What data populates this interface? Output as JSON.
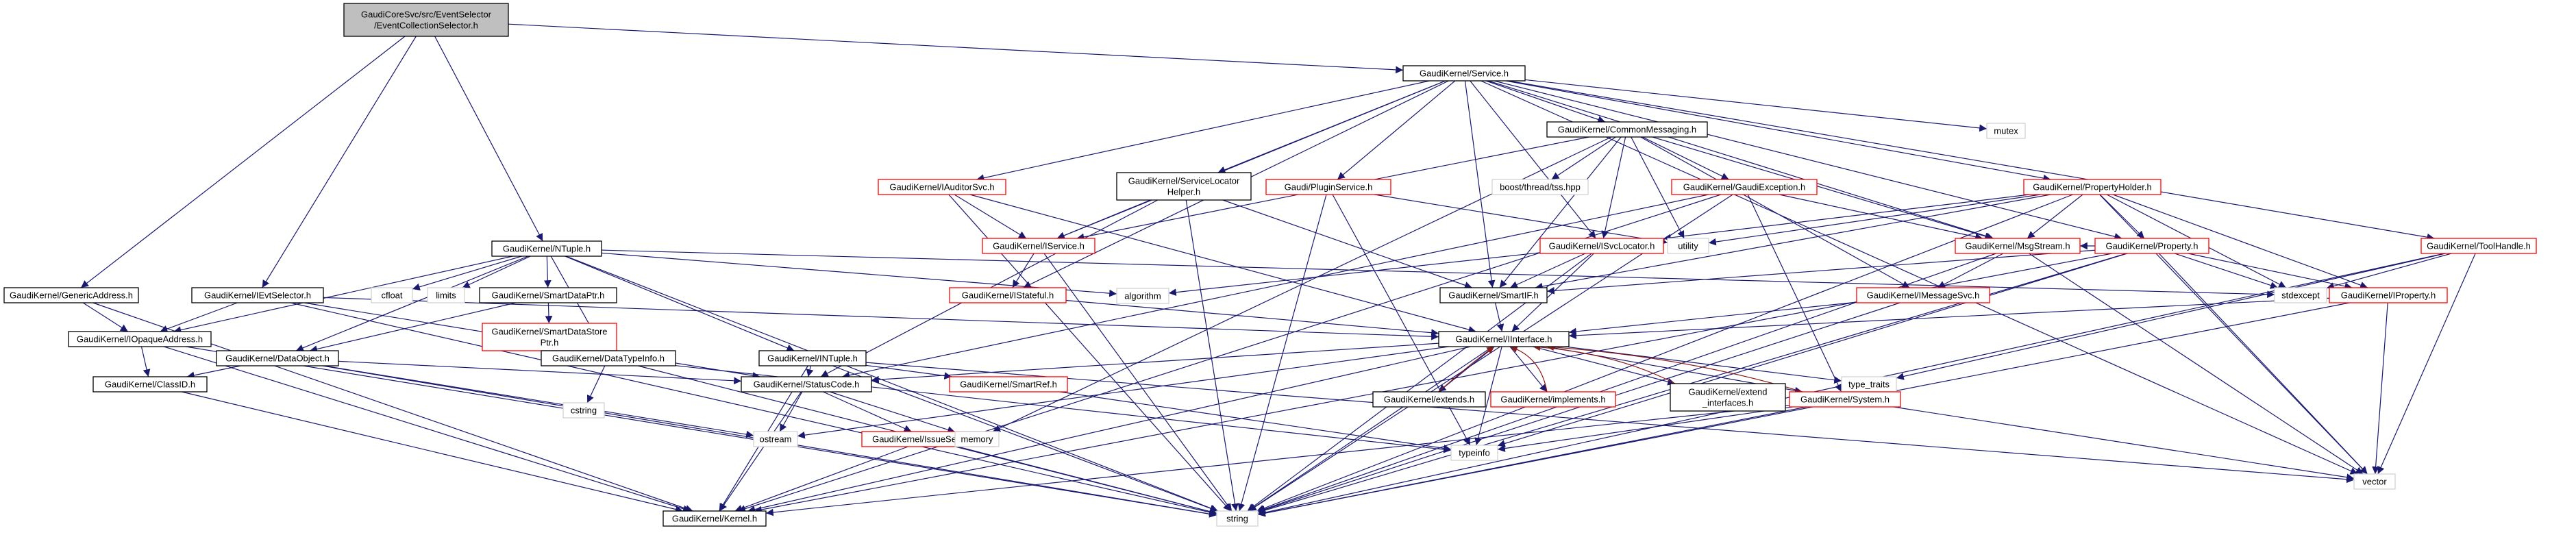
{
  "colors": {
    "edge": "#191970",
    "edge_alt": "#8b1a1a",
    "root_fill": "#bfbfbf",
    "node_border": "#000000",
    "unresolved_border": "#ff0000",
    "plain_border": "#d3d3d3"
  },
  "nodes": [
    {
      "id": "root",
      "lines": [
        "GaudiCoreSvc/src/EventSelector",
        "/EventCollectionSelector.h"
      ],
      "style": "root"
    },
    {
      "id": "service",
      "lines": [
        "GaudiKernel/Service.h"
      ],
      "style": "normal"
    },
    {
      "id": "genericaddress",
      "lines": [
        "GaudiKernel/GenericAddress.h"
      ],
      "style": "normal"
    },
    {
      "id": "evtselector",
      "lines": [
        "GaudiKernel/IEvtSelector.h"
      ],
      "style": "normal"
    },
    {
      "id": "ntuple",
      "lines": [
        "GaudiKernel/NTuple.h"
      ],
      "style": "normal"
    },
    {
      "id": "iopaqueaddress",
      "lines": [
        "GaudiKernel/IOpaqueAddress.h"
      ],
      "style": "normal"
    },
    {
      "id": "classid",
      "lines": [
        "GaudiKernel/ClassID.h"
      ],
      "style": "normal"
    },
    {
      "id": "kernel",
      "lines": [
        "GaudiKernel/Kernel.h"
      ],
      "style": "normal"
    },
    {
      "id": "string",
      "lines": [
        "string"
      ],
      "style": "plain"
    },
    {
      "id": "dataobject",
      "lines": [
        "GaudiKernel/DataObject.h"
      ],
      "style": "normal"
    },
    {
      "id": "statuscode",
      "lines": [
        "GaudiKernel/StatusCode.h"
      ],
      "style": "normal"
    },
    {
      "id": "interface",
      "lines": [
        "GaudiKernel/IInterface.h"
      ],
      "style": "normal"
    },
    {
      "id": "cfloat",
      "lines": [
        "cfloat"
      ],
      "style": "plain"
    },
    {
      "id": "limits",
      "lines": [
        "limits"
      ],
      "style": "plain"
    },
    {
      "id": "smartdataptr",
      "lines": [
        "GaudiKernel/SmartDataPtr.h"
      ],
      "style": "normal"
    },
    {
      "id": "smartdatastoreptr",
      "lines": [
        "GaudiKernel/SmartDataStore",
        "Ptr.h"
      ],
      "style": "unresolved"
    },
    {
      "id": "datatypeinfo",
      "lines": [
        "GaudiKernel/DataTypeInfo.h"
      ],
      "style": "normal"
    },
    {
      "id": "cstring",
      "lines": [
        "cstring"
      ],
      "style": "plain"
    },
    {
      "id": "intuple",
      "lines": [
        "GaudiKernel/INTuple.h"
      ],
      "style": "normal"
    },
    {
      "id": "smartref",
      "lines": [
        "GaudiKernel/SmartRef.h"
      ],
      "style": "unresolved"
    },
    {
      "id": "ostream",
      "lines": [
        "ostream"
      ],
      "style": "plain"
    },
    {
      "id": "issueseverity",
      "lines": [
        "GaudiKernel/IssueSeverity.h"
      ],
      "style": "unresolved"
    },
    {
      "id": "memory",
      "lines": [
        "memory"
      ],
      "style": "plain"
    },
    {
      "id": "typeinfo",
      "lines": [
        "typeinfo"
      ],
      "style": "plain"
    },
    {
      "id": "algorithm",
      "lines": [
        "algorithm"
      ],
      "style": "plain"
    },
    {
      "id": "iauditorsvc",
      "lines": [
        "GaudiKernel/IAuditorSvc.h"
      ],
      "style": "unresolved"
    },
    {
      "id": "iservice",
      "lines": [
        "GaudiKernel/IService.h"
      ],
      "style": "unresolved"
    },
    {
      "id": "istateful",
      "lines": [
        "GaudiKernel/IStateful.h"
      ],
      "style": "unresolved"
    },
    {
      "id": "servicelocatorhelper",
      "lines": [
        "GaudiKernel/ServiceLocator",
        "Helper.h"
      ],
      "style": "normal"
    },
    {
      "id": "pluginservice",
      "lines": [
        "Gaudi/PluginService.h"
      ],
      "style": "unresolved"
    },
    {
      "id": "commonmessaging",
      "lines": [
        "GaudiKernel/CommonMessaging.h"
      ],
      "style": "normal"
    },
    {
      "id": "boostthread",
      "lines": [
        "boost/thread/tss.hpp"
      ],
      "style": "plain"
    },
    {
      "id": "gaudiexception",
      "lines": [
        "GaudiKernel/GaudiException.h"
      ],
      "style": "unresolved"
    },
    {
      "id": "isvclocator",
      "lines": [
        "GaudiKernel/ISvcLocator.h"
      ],
      "style": "unresolved"
    },
    {
      "id": "smartif",
      "lines": [
        "GaudiKernel/SmartIF.h"
      ],
      "style": "normal"
    },
    {
      "id": "utility",
      "lines": [
        "utility"
      ],
      "style": "plain"
    },
    {
      "id": "imessagesvc",
      "lines": [
        "GaudiKernel/IMessageSvc.h"
      ],
      "style": "unresolved"
    },
    {
      "id": "msgstream",
      "lines": [
        "GaudiKernel/MsgStream.h"
      ],
      "style": "unresolved"
    },
    {
      "id": "propertyholder",
      "lines": [
        "GaudiKernel/PropertyHolder.h"
      ],
      "style": "unresolved"
    },
    {
      "id": "property",
      "lines": [
        "GaudiKernel/Property.h"
      ],
      "style": "unresolved"
    },
    {
      "id": "mutex",
      "lines": [
        "mutex"
      ],
      "style": "plain"
    },
    {
      "id": "stdexcept",
      "lines": [
        "stdexcept"
      ],
      "style": "plain"
    },
    {
      "id": "iproperty",
      "lines": [
        "GaudiKernel/IProperty.h"
      ],
      "style": "unresolved"
    },
    {
      "id": "toolhandle",
      "lines": [
        "GaudiKernel/ToolHandle.h"
      ],
      "style": "unresolved"
    },
    {
      "id": "vector",
      "lines": [
        "vector"
      ],
      "style": "plain"
    },
    {
      "id": "typetraits",
      "lines": [
        "type_traits"
      ],
      "style": "plain"
    },
    {
      "id": "extends",
      "lines": [
        "GaudiKernel/extends.h"
      ],
      "style": "normal"
    },
    {
      "id": "implements",
      "lines": [
        "GaudiKernel/implements.h"
      ],
      "style": "unresolved"
    },
    {
      "id": "extendinterfaces",
      "lines": [
        "GaudiKernel/extend",
        "_interfaces.h"
      ],
      "style": "normal"
    },
    {
      "id": "system",
      "lines": [
        "GaudiKernel/System.h"
      ],
      "style": "unresolved"
    }
  ],
  "edges": [
    [
      "root",
      "service"
    ],
    [
      "root",
      "genericaddress"
    ],
    [
      "root",
      "evtselector"
    ],
    [
      "root",
      "ntuple"
    ],
    [
      "genericaddress",
      "iopaqueaddress"
    ],
    [
      "genericaddress",
      "kernel"
    ],
    [
      "evtselector",
      "iopaqueaddress"
    ],
    [
      "evtselector",
      "interface"
    ],
    [
      "evtselector",
      "statuscode"
    ],
    [
      "evtselector",
      "string"
    ],
    [
      "iopaqueaddress",
      "classid"
    ],
    [
      "iopaqueaddress",
      "kernel"
    ],
    [
      "iopaqueaddress",
      "string"
    ],
    [
      "classid",
      "kernel"
    ],
    [
      "ntuple",
      "cfloat"
    ],
    [
      "ntuple",
      "limits"
    ],
    [
      "ntuple",
      "smartdataptr"
    ],
    [
      "ntuple",
      "datatypeinfo"
    ],
    [
      "ntuple",
      "intuple"
    ],
    [
      "ntuple",
      "iopaqueaddress"
    ],
    [
      "ntuple",
      "dataobject"
    ],
    [
      "ntuple",
      "algorithm"
    ],
    [
      "ntuple",
      "string"
    ],
    [
      "ntuple",
      "stdexcept"
    ],
    [
      "smartdataptr",
      "smartdatastoreptr"
    ],
    [
      "smartdataptr",
      "dataobject"
    ],
    [
      "dataobject",
      "classid"
    ],
    [
      "dataobject",
      "statuscode"
    ],
    [
      "dataobject",
      "string"
    ],
    [
      "dataobject",
      "ostream"
    ],
    [
      "datatypeinfo",
      "cstring"
    ],
    [
      "datatypeinfo",
      "string"
    ],
    [
      "datatypeinfo",
      "typeinfo"
    ],
    [
      "intuple",
      "statuscode"
    ],
    [
      "intuple",
      "kernel"
    ],
    [
      "intuple",
      "string"
    ],
    [
      "intuple",
      "vector"
    ],
    [
      "intuple",
      "smartref"
    ],
    [
      "statuscode",
      "ostream"
    ],
    [
      "statuscode",
      "issueseverity"
    ],
    [
      "statuscode",
      "memory"
    ],
    [
      "statuscode",
      "kernel"
    ],
    [
      "issueseverity",
      "kernel"
    ],
    [
      "issueseverity",
      "string"
    ],
    [
      "smartref",
      "typeinfo"
    ],
    [
      "service",
      "iauditorsvc"
    ],
    [
      "service",
      "iservice"
    ],
    [
      "service",
      "istateful"
    ],
    [
      "service",
      "servicelocatorhelper"
    ],
    [
      "service",
      "pluginservice"
    ],
    [
      "service",
      "commonmessaging"
    ],
    [
      "service",
      "smartif"
    ],
    [
      "service",
      "isvclocator"
    ],
    [
      "service",
      "propertyholder"
    ],
    [
      "service",
      "property"
    ],
    [
      "service",
      "mutex"
    ],
    [
      "service",
      "toolhandle"
    ],
    [
      "service",
      "vector"
    ],
    [
      "service",
      "msgstream"
    ],
    [
      "iauditorsvc",
      "iservice"
    ],
    [
      "iauditorsvc",
      "string"
    ],
    [
      "iauditorsvc",
      "interface"
    ],
    [
      "iservice",
      "istateful"
    ],
    [
      "iservice",
      "string"
    ],
    [
      "istateful",
      "interface"
    ],
    [
      "servicelocatorhelper",
      "iservice"
    ],
    [
      "servicelocatorhelper",
      "smartif"
    ],
    [
      "servicelocatorhelper",
      "string"
    ],
    [
      "servicelocatorhelper",
      "statuscode"
    ],
    [
      "pluginservice",
      "string"
    ],
    [
      "pluginservice",
      "typeinfo"
    ],
    [
      "pluginservice",
      "utility"
    ],
    [
      "commonmessaging",
      "iservice"
    ],
    [
      "commonmessaging",
      "boostthread"
    ],
    [
      "commonmessaging",
      "gaudiexception"
    ],
    [
      "commonmessaging",
      "isvclocator"
    ],
    [
      "commonmessaging",
      "smartif"
    ],
    [
      "commonmessaging",
      "utility"
    ],
    [
      "commonmessaging",
      "imessagesvc"
    ],
    [
      "commonmessaging",
      "msgstream"
    ],
    [
      "commonmessaging",
      "memory"
    ],
    [
      "gaudiexception",
      "statuscode"
    ],
    [
      "gaudiexception",
      "system"
    ],
    [
      "gaudiexception",
      "string"
    ],
    [
      "gaudiexception",
      "msgstream"
    ],
    [
      "gaudiexception",
      "kernel"
    ],
    [
      "isvclocator",
      "smartif"
    ],
    [
      "isvclocator",
      "interface"
    ],
    [
      "isvclocator",
      "string"
    ],
    [
      "isvclocator",
      "algorithm"
    ],
    [
      "smartif",
      "interface"
    ],
    [
      "imessagesvc",
      "interface"
    ],
    [
      "imessagesvc",
      "string"
    ],
    [
      "msgstream",
      "imessagesvc"
    ],
    [
      "msgstream",
      "string"
    ],
    [
      "msgstream",
      "vector"
    ],
    [
      "propertyholder",
      "property"
    ],
    [
      "propertyholder",
      "iproperty"
    ],
    [
      "propertyholder",
      "isvclocator"
    ],
    [
      "propertyholder",
      "smartif"
    ],
    [
      "propertyholder",
      "msgstream"
    ],
    [
      "propertyholder",
      "utility"
    ],
    [
      "propertyholder",
      "stdexcept"
    ],
    [
      "propertyholder",
      "string"
    ],
    [
      "propertyholder",
      "vector"
    ],
    [
      "property",
      "iproperty"
    ],
    [
      "property",
      "msgstream"
    ],
    [
      "property",
      "smartif"
    ],
    [
      "property",
      "stdexcept"
    ],
    [
      "property",
      "string"
    ],
    [
      "property",
      "typeinfo"
    ],
    [
      "property",
      "vector"
    ],
    [
      "property",
      "kernel"
    ],
    [
      "iproperty",
      "interface"
    ],
    [
      "iproperty",
      "string"
    ],
    [
      "iproperty",
      "vector"
    ],
    [
      "toolhandle",
      "stdexcept"
    ],
    [
      "toolhandle",
      "string"
    ],
    [
      "toolhandle",
      "vector"
    ],
    [
      "toolhandle",
      "typetraits"
    ],
    [
      "interface",
      "statuscode"
    ],
    [
      "interface",
      "extends"
    ],
    [
      "interface",
      "implements"
    ],
    [
      "interface",
      "extendinterfaces"
    ],
    [
      "interface",
      "system"
    ],
    [
      "interface",
      "typeinfo"
    ],
    [
      "interface",
      "ostream"
    ],
    [
      "interface",
      "string"
    ],
    [
      "interface",
      "kernel"
    ],
    [
      "interface",
      "typetraits"
    ],
    [
      "extends",
      "interface"
    ],
    [
      "implements",
      "interface"
    ],
    [
      "extendinterfaces",
      "interface"
    ],
    [
      "system",
      "interface"
    ],
    [
      "system",
      "kernel"
    ],
    [
      "system",
      "string"
    ],
    [
      "system",
      "typeinfo"
    ],
    [
      "system",
      "vector"
    ]
  ]
}
